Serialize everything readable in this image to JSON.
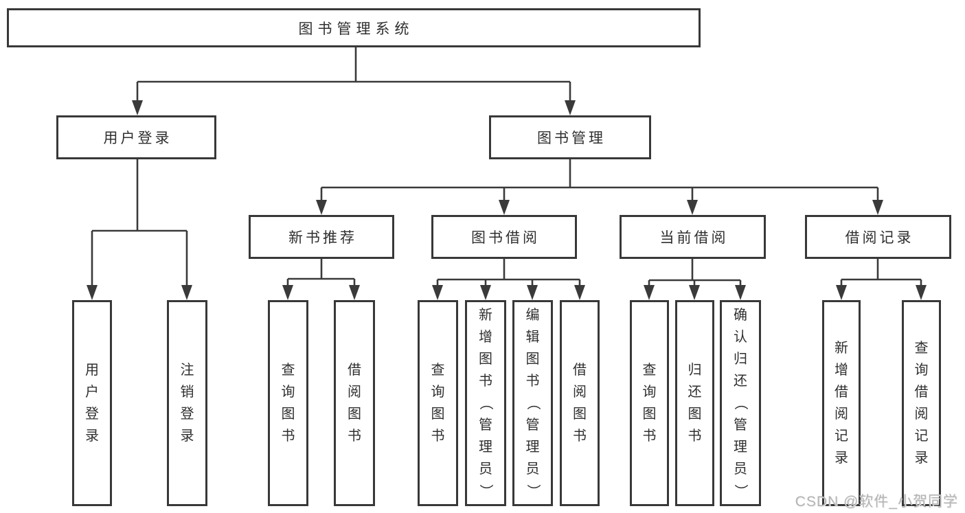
{
  "tree": {
    "label": "图书管理系统",
    "children": [
      {
        "label": "用户登录",
        "children": [
          {
            "label": "用户登录"
          },
          {
            "label": "注销登录"
          }
        ]
      },
      {
        "label": "图书管理",
        "children": [
          {
            "label": "新书推荐",
            "children": [
              {
                "label": "查询图书"
              },
              {
                "label": "借阅图书"
              }
            ]
          },
          {
            "label": "图书借阅",
            "children": [
              {
                "label": "查询图书"
              },
              {
                "label": "新增图书（管理员）"
              },
              {
                "label": "编辑图书（管理员）"
              },
              {
                "label": "借阅图书"
              }
            ]
          },
          {
            "label": "当前借阅",
            "children": [
              {
                "label": "查询图书"
              },
              {
                "label": "归还图书"
              },
              {
                "label": "确认归还（管理员）"
              }
            ]
          },
          {
            "label": "借阅记录",
            "children": [
              {
                "label": "新增借阅记录"
              },
              {
                "label": "查询借阅记录"
              }
            ]
          }
        ]
      }
    ]
  },
  "watermark": "CSDN @软件_小贺同学",
  "colors": {
    "line": "#3a3a3a",
    "box_border": "#383838",
    "text": "#2f2f2f",
    "watermark": "#b4b4b4",
    "background": "#ffffff"
  }
}
